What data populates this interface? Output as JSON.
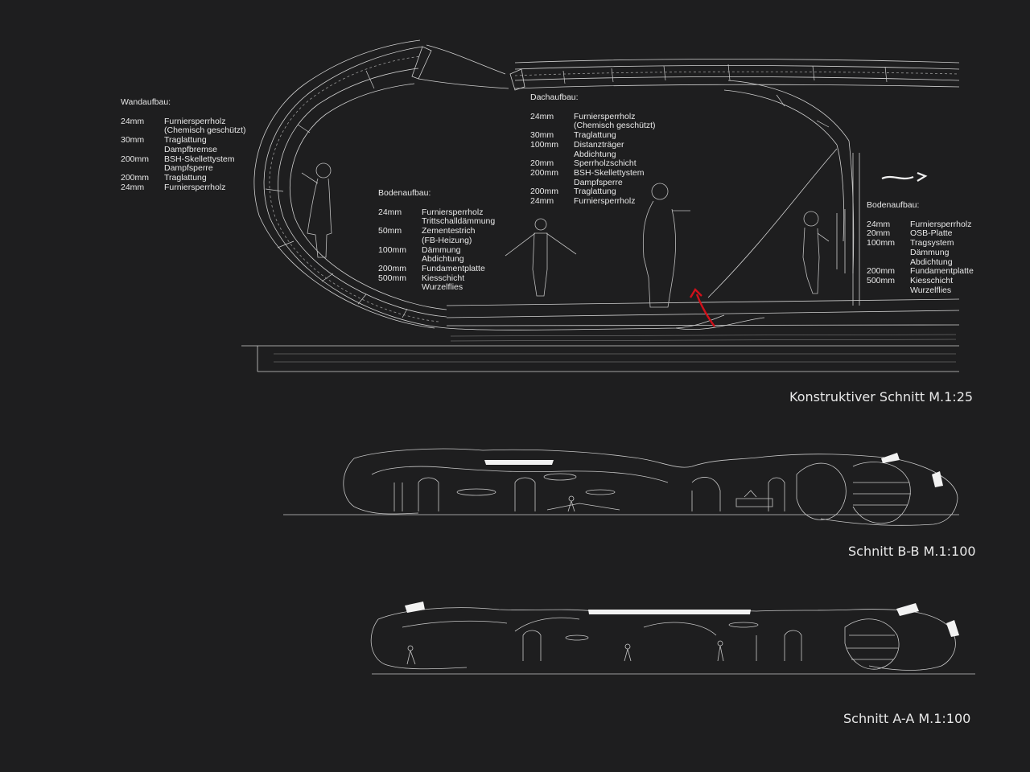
{
  "wandaufbau": {
    "title": "Wandaufbau:",
    "layers": [
      {
        "thickness": "24mm",
        "material": "Furniersperrholz"
      },
      {
        "thickness": "",
        "material": "(Chemisch geschützt)"
      },
      {
        "thickness": "30mm",
        "material": "Traglattung"
      },
      {
        "thickness": "",
        "material": "Dampfbremse"
      },
      {
        "thickness": "200mm",
        "material": "BSH-Skellettystem"
      },
      {
        "thickness": "",
        "material": "Dampfsperre"
      },
      {
        "thickness": "200mm",
        "material": "Traglattung"
      },
      {
        "thickness": "24mm",
        "material": "Furniersperrholz"
      }
    ]
  },
  "dachaufbau": {
    "title": "Dachaufbau:",
    "layers": [
      {
        "thickness": "24mm",
        "material": "Furniersperrholz"
      },
      {
        "thickness": "",
        "material": "(Chemisch geschützt)"
      },
      {
        "thickness": "30mm",
        "material": "Traglattung"
      },
      {
        "thickness": "100mm",
        "material": "Distanzträger"
      },
      {
        "thickness": "",
        "material": "Abdichtung"
      },
      {
        "thickness": "20mm",
        "material": "Sperrholzschicht"
      },
      {
        "thickness": "200mm",
        "material": "BSH-Skellettystem"
      },
      {
        "thickness": "",
        "material": "Dampfsperre"
      },
      {
        "thickness": "200mm",
        "material": "Traglattung"
      },
      {
        "thickness": "24mm",
        "material": "Furniersperrholz"
      }
    ]
  },
  "bodenaufbau_1": {
    "title": "Bodenaufbau:",
    "layers": [
      {
        "thickness": "24mm",
        "material": "Furniersperrholz"
      },
      {
        "thickness": "",
        "material": "Trittschalldämmung"
      },
      {
        "thickness": "50mm",
        "material": "Zementestrich"
      },
      {
        "thickness": "",
        "material": "(FB-Heizung)"
      },
      {
        "thickness": "100mm",
        "material": "Dämmung"
      },
      {
        "thickness": "",
        "material": "Abdichtung"
      },
      {
        "thickness": "200mm",
        "material": "Fundamentplatte"
      },
      {
        "thickness": "500mm",
        "material": "Kiesschicht"
      },
      {
        "thickness": "",
        "material": "Wurzelflies"
      }
    ]
  },
  "bodenaufbau_2": {
    "title": "Bodenaufbau:",
    "layers": [
      {
        "thickness": "24mm",
        "material": "Furniersperrholz"
      },
      {
        "thickness": "20mm",
        "material": "OSB-Platte"
      },
      {
        "thickness": "100mm",
        "material": "Tragsystem"
      },
      {
        "thickness": "",
        "material": "Dämmung"
      },
      {
        "thickness": "",
        "material": "Abdichtung"
      },
      {
        "thickness": "200mm",
        "material": "Fundamentplatte"
      },
      {
        "thickness": "500mm",
        "material": "Kiesschicht"
      },
      {
        "thickness": "",
        "material": "Wurzelflies"
      }
    ]
  },
  "captions": {
    "konstruktiv": "Konstruktiver Schnitt M.1:25",
    "schnitt_bb": "Schnitt B-B M.1:100",
    "schnitt_aa": "Schnitt A-A M.1:100"
  },
  "colors": {
    "background": "#1e1e1f",
    "line": "#cfcfcf",
    "accent_arrow": "#d0101a"
  }
}
